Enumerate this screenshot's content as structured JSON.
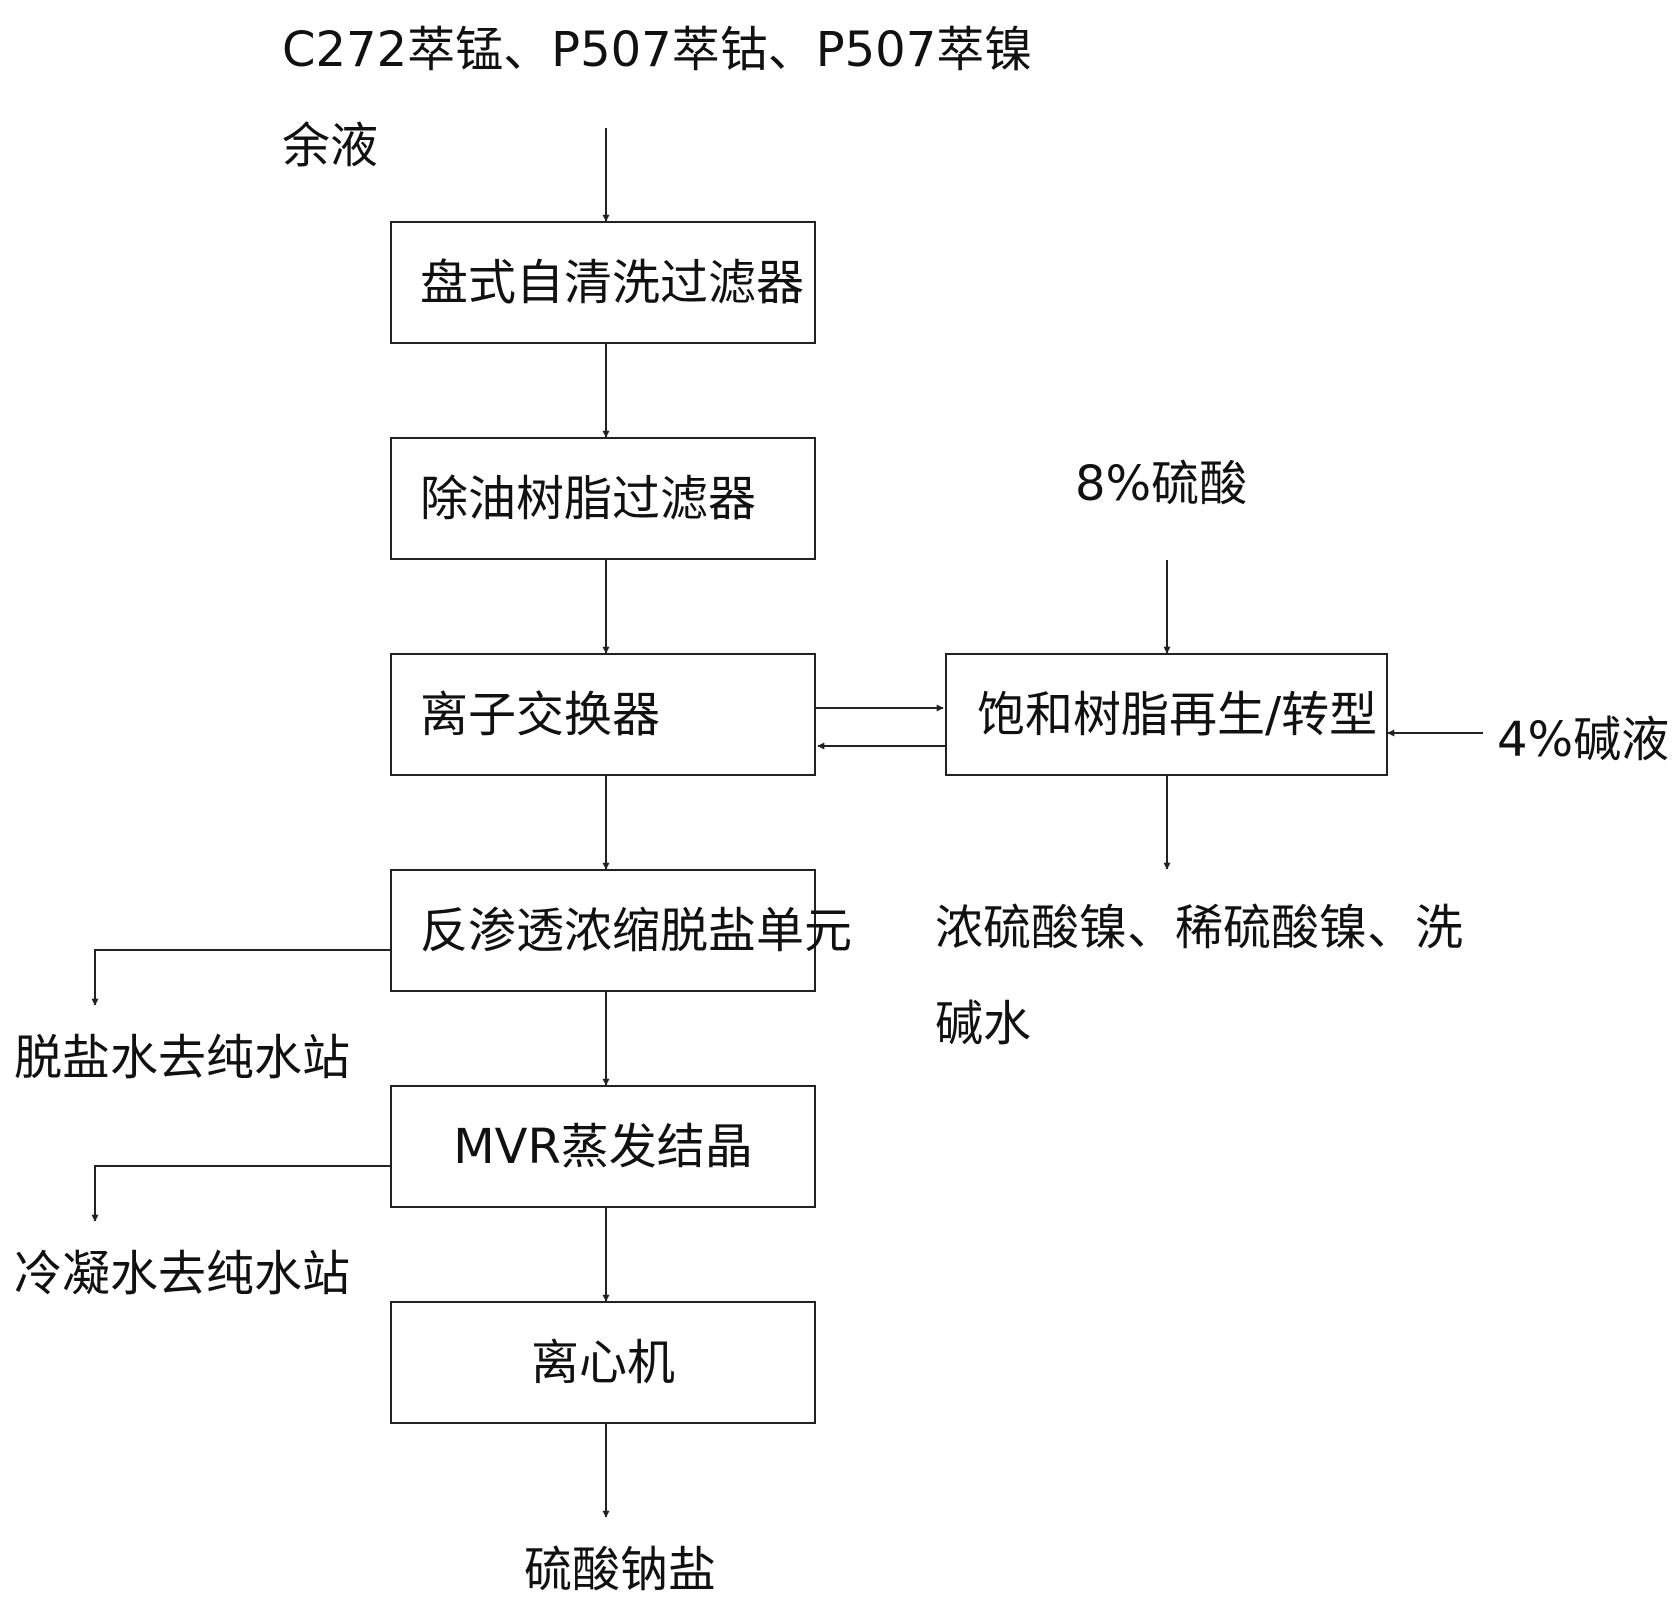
{
  "diagram": {
    "input_feed_line1": "C272萃锰、P507萃钴、P507萃镍",
    "input_feed_line2": "余液",
    "acid_input": "8%硫酸",
    "alkali_input": "4%碱液",
    "boxes": {
      "disc_filter": "盘式自清洗过滤器",
      "oil_resin_filter": "除油树脂过滤器",
      "ion_exchanger": "离子交换器",
      "resin_regeneration": "饱和树脂再生/转型",
      "ro_unit": "反渗透浓缩脱盐单元",
      "mvr": "MVR蒸发结晶",
      "centrifuge": "离心机"
    },
    "outputs": {
      "regen_output_line1": "浓硫酸镍、稀硫酸镍、洗",
      "regen_output_line2": "碱水",
      "desalted_water": "脱盐水去纯水站",
      "condensate": "冷凝水去纯水站",
      "product": "硫酸钠盐"
    }
  }
}
